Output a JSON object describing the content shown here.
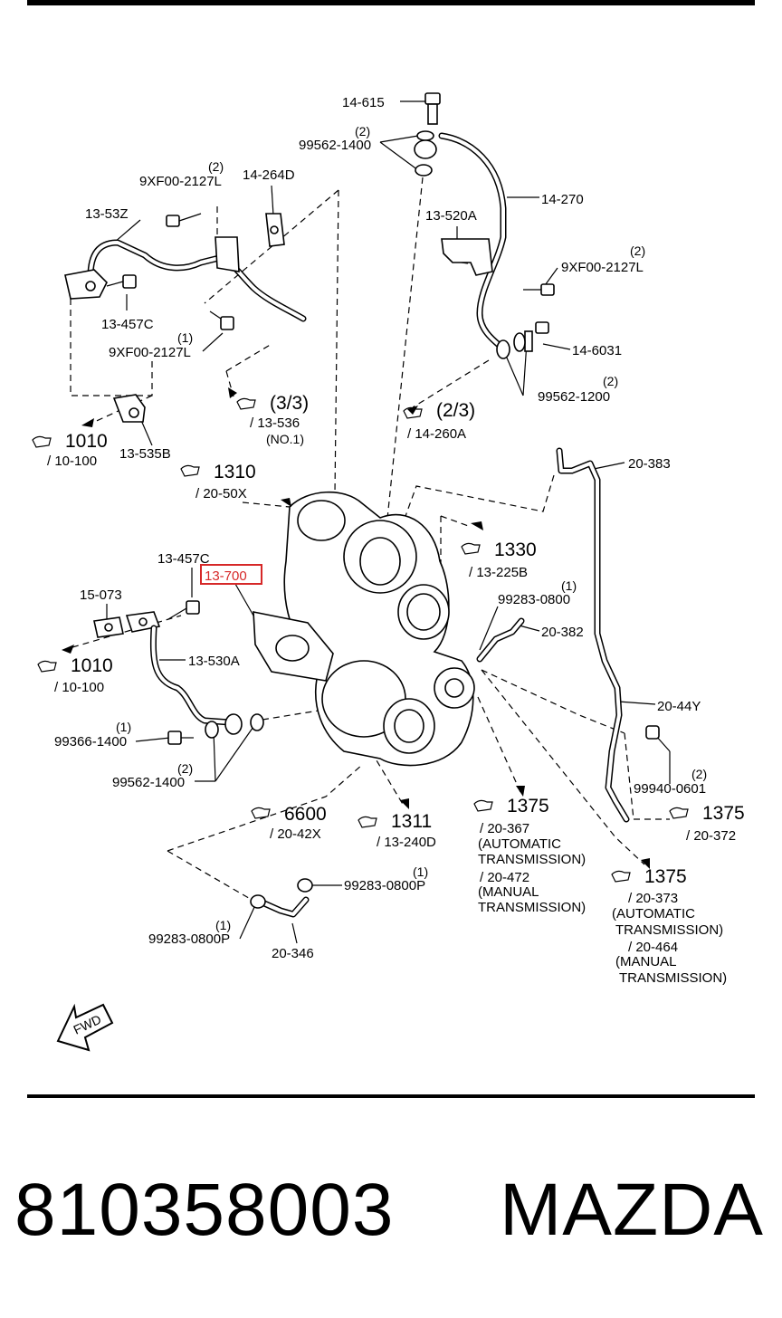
{
  "brand": "MAZDA",
  "part_number": "810358003",
  "highlight_color": "#d62828",
  "highlighted_part": "13-700",
  "labels": {
    "l14615": "14-615",
    "q2a": "(2)",
    "l99562_1400a": "99562-1400",
    "l14270": "14-270",
    "q2b": "(2)",
    "l9xf_a": "9XF00-2127L",
    "l14264d": "14-264D",
    "l1353z": "13-53Z",
    "l13520a": "13-520A",
    "q2c": "(2)",
    "l9xf_b": "9XF00-2127L",
    "l13457c_a": "13-457C",
    "q1a": "(1)",
    "l9xf_c": "9XF00-2127L",
    "l146031": "14-6031",
    "q2d": "(2)",
    "l99562_1200": "99562-1200",
    "l13535b": "13-535B",
    "l20383": "20-383",
    "l13457c_b": "13-457C",
    "l15073": "15-073",
    "q1b": "(1)",
    "l99283_0800a": "99283-0800",
    "l20382": "20-382",
    "l13530a": "13-530A",
    "l2044y": "20-44Y",
    "q1c": "(1)",
    "l99366_1400": "99366-1400",
    "q2e": "(2)",
    "l99562_1400b": "99562-1400",
    "q2f": "(2)",
    "l99940_0601": "99940-0601",
    "q1d": "(1)",
    "l99283_0800p_a": "99283-0800P",
    "q1e": "(1)",
    "l99283_0800p_b": "99283-0800P",
    "l20346": "20-346",
    "fwd": "FWD"
  },
  "refs": {
    "r33_num": "(3/3)",
    "r33_sub": "/ 13-536",
    "r33_note": "(NO.1)",
    "r23_num": "(2/3)",
    "r23_sub": "/ 14-260A",
    "r1010a_num": "1010",
    "r1010a_sub": "/ 10-100",
    "r1310_num": "1310",
    "r1310_sub": "/ 20-50X",
    "r1330_num": "1330",
    "r1330_sub": "/ 13-225B",
    "r1010b_num": "1010",
    "r1010b_sub": "/ 10-100",
    "r6600_num": "6600",
    "r6600_sub": "/ 20-42X",
    "r1311_num": "1311",
    "r1311_sub": "/ 13-240D",
    "r1375a_num": "1375",
    "r1375a_sub1": "/ 20-367",
    "r1375a_sub2": "(AUTOMATIC",
    "r1375a_sub3": "TRANSMISSION)",
    "r1375a_sub4": "/ 20-472",
    "r1375a_sub5": "(MANUAL",
    "r1375a_sub6": "TRANSMISSION)",
    "r1375b_num": "1375",
    "r1375b_sub": "/ 20-372",
    "r1375c_num": "1375",
    "r1375c_sub1": "/ 20-373",
    "r1375c_sub2": "(AUTOMATIC",
    "r1375c_sub3": "TRANSMISSION)",
    "r1375c_sub4": "/ 20-464",
    "r1375c_sub5": "(MANUAL",
    "r1375c_sub6": "TRANSMISSION)"
  }
}
